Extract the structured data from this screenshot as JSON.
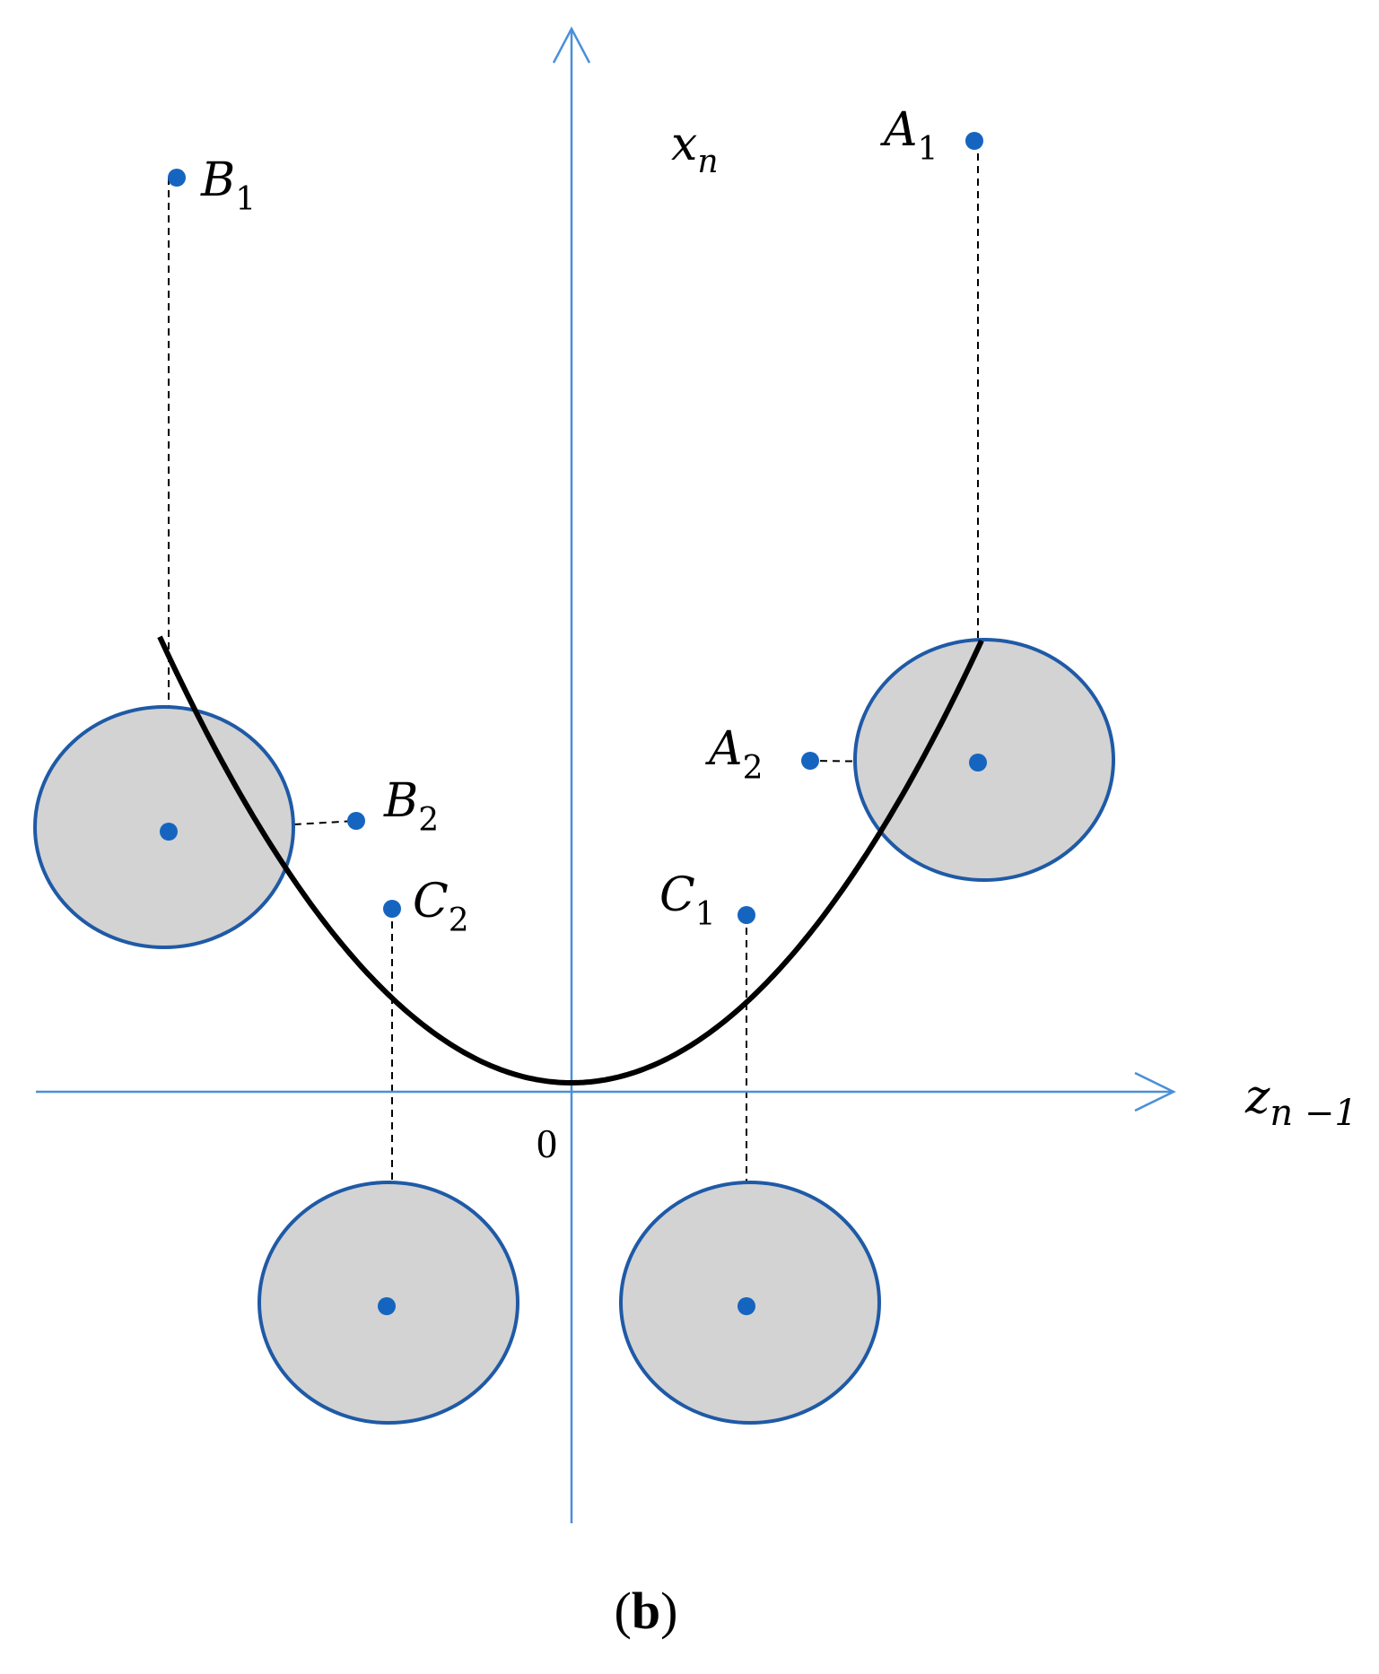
{
  "axes": {
    "vertical_label": {
      "base": "x",
      "sub": "n"
    },
    "horizontal_label": {
      "base": "z",
      "sub": "n −1"
    },
    "origin_label": "0"
  },
  "points": {
    "A1": {
      "base": "A",
      "sub": "1"
    },
    "A2": {
      "base": "A",
      "sub": "2"
    },
    "B1": {
      "base": "B",
      "sub": "1"
    },
    "B2": {
      "base": "B",
      "sub": "2"
    },
    "C1": {
      "base": "C",
      "sub": "1"
    },
    "C2": {
      "base": "C",
      "sub": "2"
    }
  },
  "caption": {
    "open": "(",
    "letter": "b",
    "close": ")"
  },
  "colors": {
    "axis": "#4a90d9",
    "curve": "#000000",
    "point": "#1565c0",
    "disk_fill": "#d3d3d3",
    "disk_stroke": "#1f5aa6",
    "dash": "#000000"
  }
}
